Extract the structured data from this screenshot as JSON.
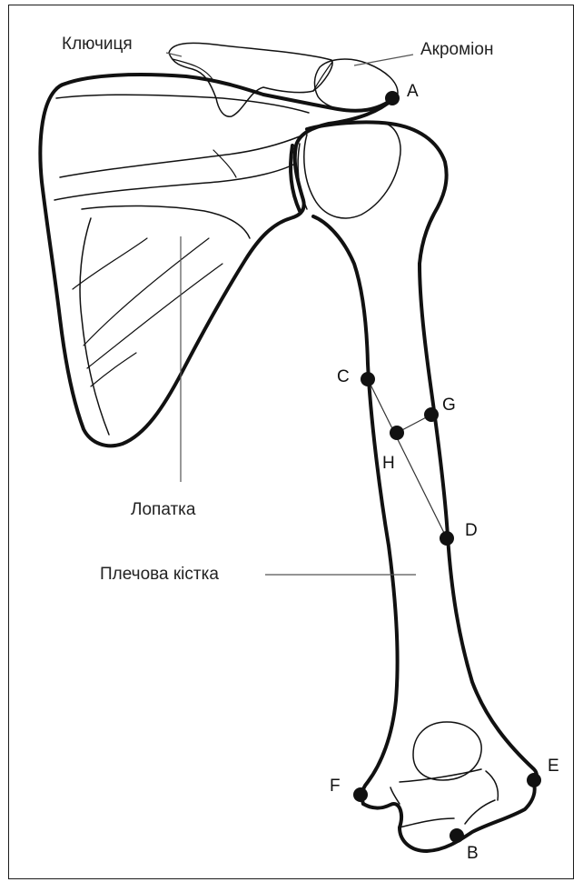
{
  "labels": {
    "clavicle": "Ключиця",
    "acromion": "Акроміон",
    "scapula": "Лопатка",
    "humerus": "Плечова кістка"
  },
  "points": {
    "a": "A",
    "b": "B",
    "c": "C",
    "d": "D",
    "e": "E",
    "f": "F",
    "g": "G",
    "h": "H"
  }
}
